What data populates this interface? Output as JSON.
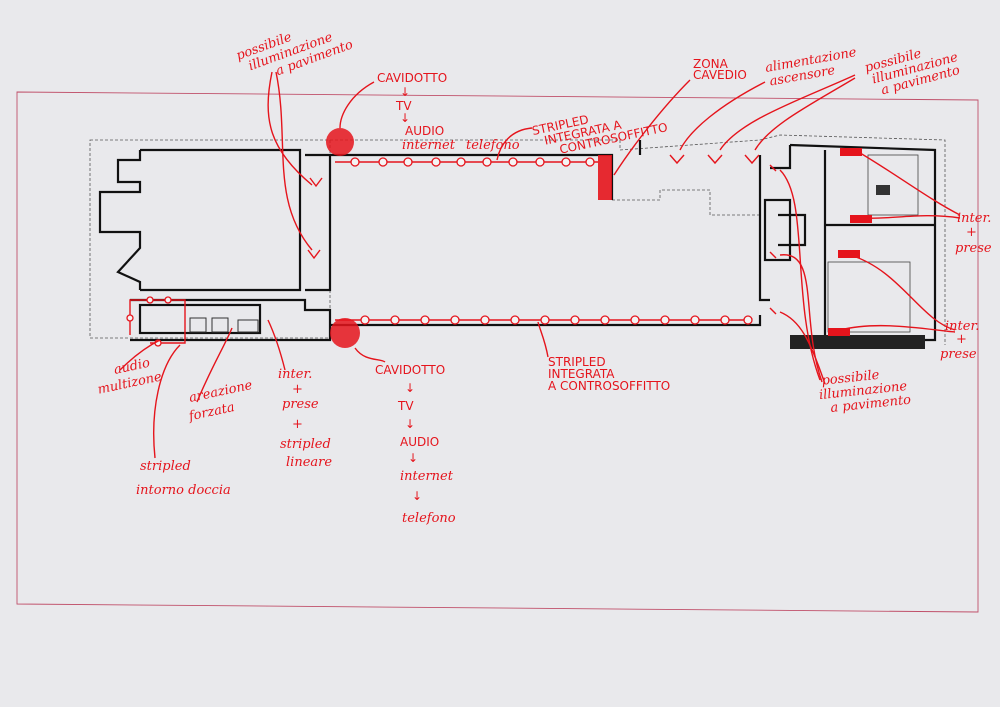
{
  "colors": {
    "ink": "#e5141c",
    "wall": "#111111",
    "paper": "#e9e9ec"
  },
  "labels": {
    "floor_light_left": [
      "possibile",
      "illuminazione",
      "a pavimento"
    ],
    "conduit_top": {
      "title": "CAVIDOTTO",
      "items": [
        "TV",
        "AUDIO",
        "internet",
        "telefono"
      ]
    },
    "stripled_top": [
      "STRIPLED",
      "INTEGRATA A",
      "CONTROSOFFITTO"
    ],
    "shaft_zone": [
      "ZONA",
      "CAVEDIO"
    ],
    "lift_power": [
      "alimentazione",
      "ascensore"
    ],
    "floor_light_top_right": [
      "possibile",
      "illuminazione",
      "a pavimento"
    ],
    "switches_right_1": [
      "inter.",
      "+",
      "prese"
    ],
    "switches_right_2": [
      "inter.",
      "+",
      "prese"
    ],
    "floor_light_bottom_right": [
      "possibile",
      "illuminazione",
      "a pavimento"
    ],
    "conduit_bottom": {
      "title": "CAVIDOTTO",
      "items": [
        "TV",
        "AUDIO",
        "internet",
        "telefono"
      ]
    },
    "stripled_bottom": [
      "STRIPLED",
      "INTEGRATA",
      "A CONTROSOFFITTO"
    ],
    "audio": [
      "audio",
      "multizone"
    ],
    "ventilation": [
      "areazione",
      "forzata"
    ],
    "shower_strip": [
      "stripled",
      "intorno doccia"
    ],
    "switches_left": [
      "inter.",
      "+",
      "prese",
      "+",
      "stripled",
      "lineare"
    ]
  }
}
